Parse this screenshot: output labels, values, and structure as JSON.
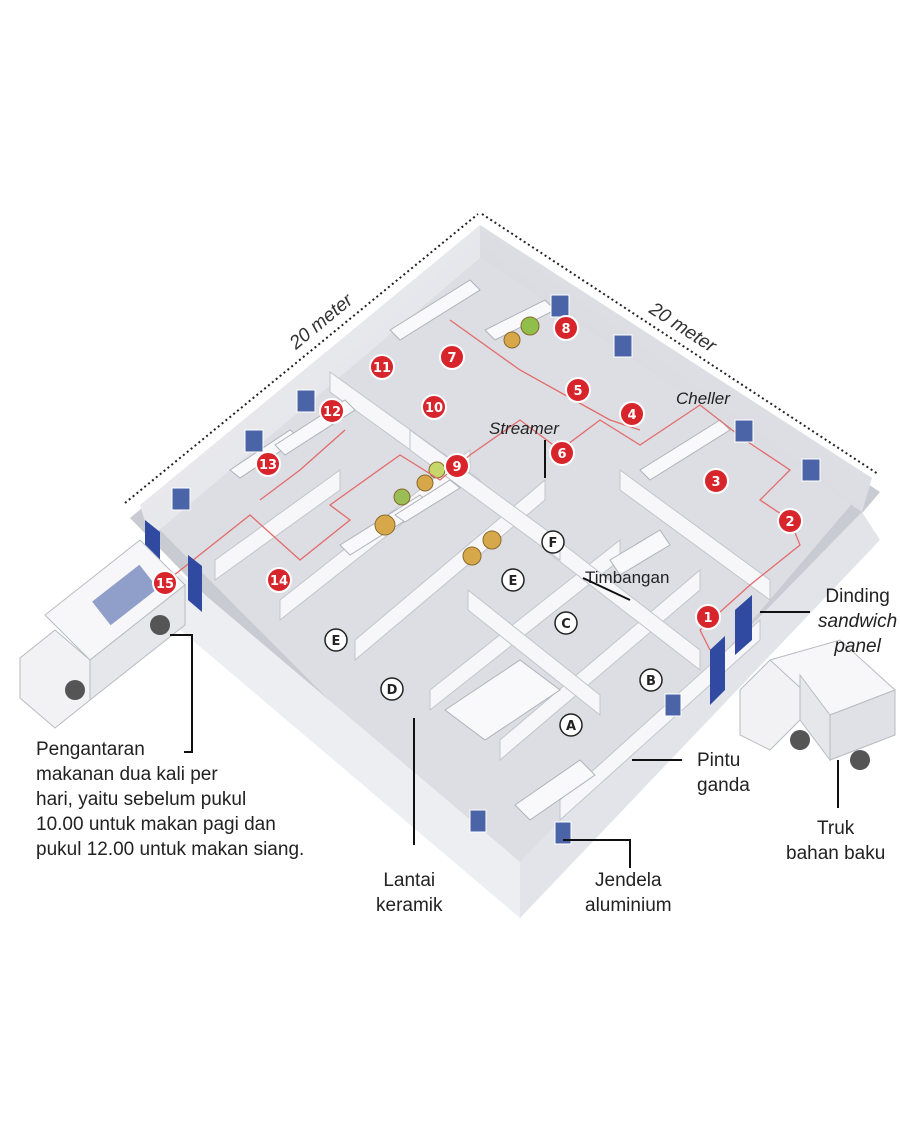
{
  "dimensions": {
    "left": "20 meter",
    "right": "20 meter"
  },
  "markers": [
    "1",
    "2",
    "3",
    "4",
    "5",
    "6",
    "7",
    "8",
    "9",
    "10",
    "11",
    "12",
    "13",
    "14",
    "15"
  ],
  "zones": [
    "A",
    "B",
    "C",
    "D",
    "E",
    "E",
    "F"
  ],
  "inline_labels": {
    "streamer": "Streamer",
    "cheller": "Cheller",
    "timbangan": "Timbangan"
  },
  "callouts": {
    "dinding": [
      "Dinding",
      "sandwich",
      "panel"
    ],
    "pintu": [
      "Pintu",
      "ganda"
    ],
    "truk": [
      "Truk",
      "bahan baku"
    ],
    "jendela": [
      "Jendela",
      "aluminium"
    ],
    "lantai": [
      "Lantai",
      "keramik"
    ],
    "pengantaran": [
      "Pengantaran",
      "makanan dua kali per",
      "hari, yaitu sebelum pukul",
      "10.00 untuk makan pagi dan",
      "pukul 12.00 untuk makan siang."
    ]
  },
  "colors": {
    "marker": "#d8252c",
    "route": "#e36b6b",
    "floor": "#dcdee3",
    "wall": "#f4f4f6",
    "door": "#2f4aa0"
  }
}
